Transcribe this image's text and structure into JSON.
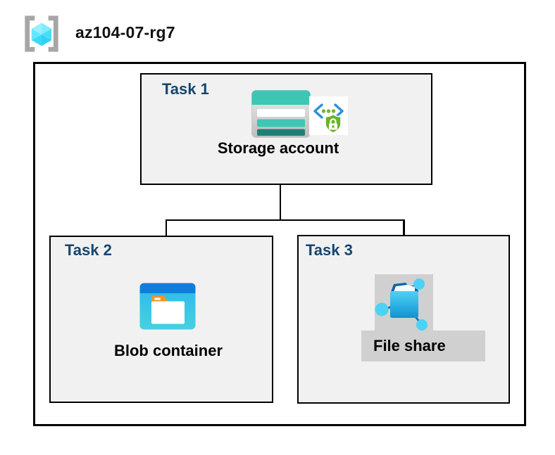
{
  "diagram": {
    "title": "az104-07-rg7",
    "groups": {
      "task1": {
        "label": "Task 1",
        "caption": "Storage account",
        "icons": [
          "storage-account-icon",
          "shared-access-signature-icon"
        ]
      },
      "task2": {
        "label": "Task 2",
        "caption": "Blob container",
        "icons": [
          "blob-container-icon"
        ]
      },
      "task3": {
        "label": "Task 3",
        "caption": "File share",
        "icons": [
          "file-share-icon"
        ],
        "caption_highlighted": true
      }
    },
    "connections": [
      {
        "from": "task1",
        "to": "task2"
      },
      {
        "from": "task1",
        "to": "task3"
      }
    ],
    "colors": {
      "task_label": "#17466E",
      "box_fill": "#F1F1F1",
      "box_border": "#000000",
      "outer_border": "#000000",
      "connector": "#000000",
      "highlight_gray": "#D0D0D0",
      "storage_teal": "#3EC6B4",
      "storage_teal_dark": "#1F7F76",
      "blob_header_blue": "#0F7EDB",
      "blob_body_cyan": "#2CB9EC",
      "blob_tab_orange": "#F7941E",
      "fileshare_folder_blue": "#1193D3",
      "fileshare_node_cyan": "#4CD2F6",
      "rg_cube_cyan": "#50E6FF",
      "rg_bracket_gray": "#A6A6A6",
      "sas_bracket_blue": "#2E8DDE",
      "sas_green": "#69B32B"
    }
  }
}
